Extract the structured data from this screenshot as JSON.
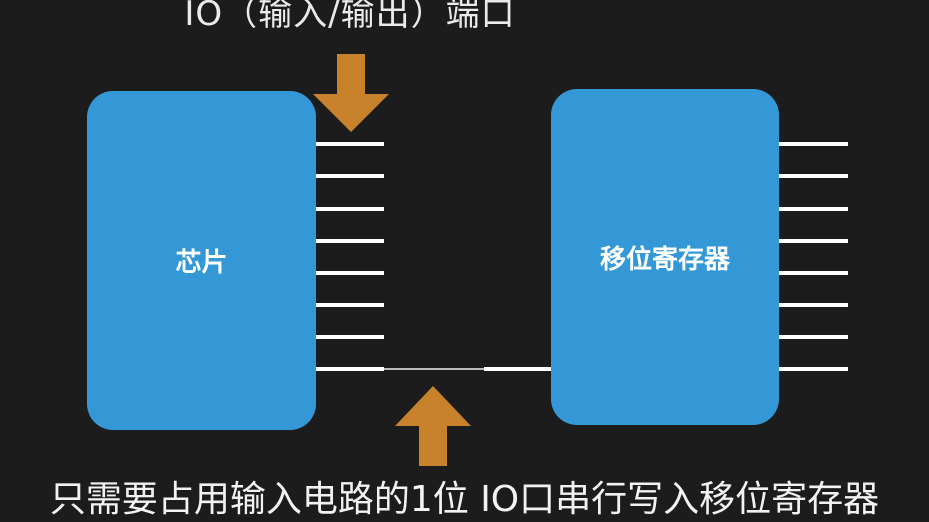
{
  "title": "IO（输入/输出）端口",
  "chip": {
    "label": "芯片"
  },
  "shift_register": {
    "label": "移位寄存器"
  },
  "caption": "只需要占用输入电路的1位 IO口串行写入移位寄存器",
  "colors": {
    "background": "#1c1c1c",
    "box": "#3498d6",
    "arrow": "#c8822c",
    "pin": "#ffffff"
  }
}
